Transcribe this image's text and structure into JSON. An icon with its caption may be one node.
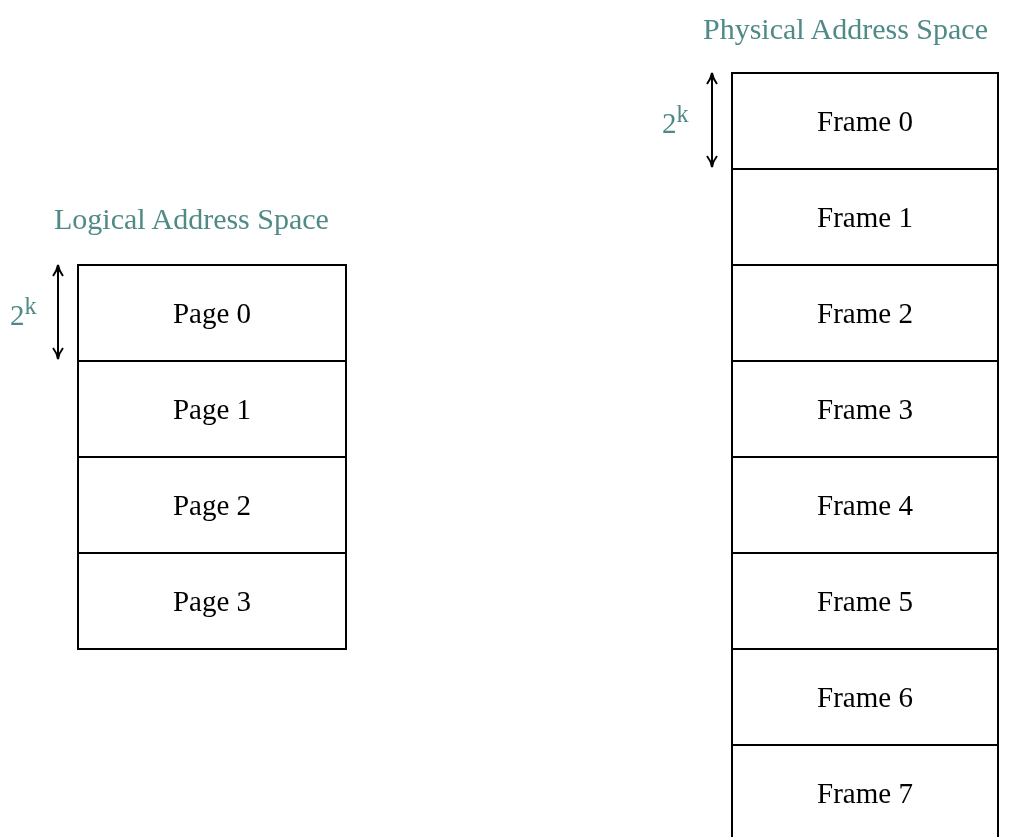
{
  "diagram": {
    "nodes": [
      {
        "text": [
          "Logical Address Space"
        ]
      },
      {
        "text": [
          "Page 0"
        ],
        "in": 0
      },
      {
        "text": [
          "Page 1"
        ],
        "in": 0
      },
      {
        "text": [
          "Page 2"
        ],
        "in": 0
      },
      {
        "text": [
          "Page 3"
        ],
        "in": 0
      },
      {
        "text": [
          "Physical Address Space"
        ]
      },
      {
        "text": [
          "Frame 0"
        ],
        "in": 5
      },
      {
        "text": [
          "Frame 1"
        ],
        "in": 5
      },
      {
        "text": [
          "Frame 2"
        ],
        "in": 5
      },
      {
        "text": [
          "Frame 3"
        ],
        "in": 5
      },
      {
        "text": [
          "Frame 4"
        ],
        "in": 5
      },
      {
        "text": [
          "Frame 5"
        ],
        "in": 5
      },
      {
        "text": [
          "Frame 6"
        ],
        "in": 5
      },
      {
        "text": [
          "Frame 7"
        ],
        "in": 5
      }
    ],
    "labels": [
      "2$^{k}$",
      "2$^{k}$"
    ]
  }
}
